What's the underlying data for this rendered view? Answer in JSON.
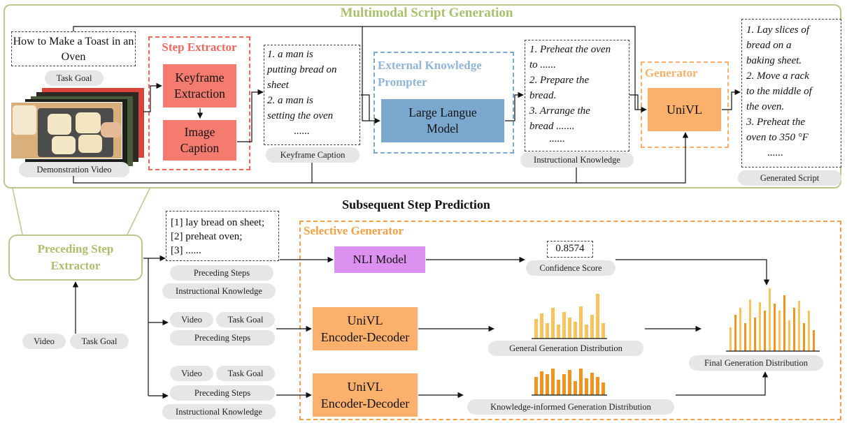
{
  "msg_title": "Multimodal Script Generation",
  "task_goal_box": "How to Make a Toast in an Oven",
  "task_goal_pill": "Task Goal",
  "demo_video_pill": "Demonstration Video",
  "step_extractor": {
    "title": "Step Extractor",
    "keyframe": "Keyframe Extraction",
    "caption": "Image Caption"
  },
  "keyframe_caption": {
    "lines": [
      "1. a man is",
      "putting bread on",
      "sheet",
      "2. a man is",
      "setting the oven",
      "......"
    ],
    "pill": "Keyframe Caption"
  },
  "ekp": {
    "title_line1": "External Knowledge",
    "title_line2": "Prompter",
    "llm": "Large Langue Model"
  },
  "instructional": {
    "lines": [
      "1. Preheat the oven",
      "to ......",
      "2. Prepare the",
      "bread.",
      "3. Arrange the",
      "bread .......",
      "......"
    ],
    "pill": "Instructional Knowledge"
  },
  "generator": {
    "title": "Generator",
    "model": "UniVL"
  },
  "generated_script": {
    "lines": [
      "1. Lay slices of",
      "bread on a",
      "baking sheet.",
      "2. Move a rack",
      "to the middle of",
      "the oven.",
      "3. Preheat the",
      "oven to 350 °F",
      "......"
    ],
    "pill": "Generated Script"
  },
  "ssp_title": "Subsequent Step Prediction",
  "preceding_extractor": "Preceding Step Extractor",
  "video_pill": "Video",
  "task_goal_pill2": "Task Goal",
  "preceding_box": {
    "lines": [
      "[1] lay bread on sheet;",
      "[2] preheat oven;",
      "[3] ......"
    ]
  },
  "preceding_steps_pill": "Preceding Steps",
  "instructional_pill": "Instructional Knowledge",
  "selective_generator": "Selective Generator",
  "nli_model": "NLI Model",
  "confidence_value": "0.8574",
  "confidence_pill": "Confidence Score",
  "row2": {
    "video": "Video",
    "task_goal": "Task Goal",
    "preceding": "Preceding Steps"
  },
  "row3": {
    "video": "Video",
    "task_goal": "Task Goal",
    "preceding": "Preceding Steps",
    "knowledge": "Instructional Knowledge"
  },
  "encdec1": {
    "line1": "UniVL",
    "line2": "Encoder-Decoder"
  },
  "encdec2": {
    "line1": "UniVL",
    "line2": "Encoder-Decoder"
  },
  "general_dist": "General Generation Distribution",
  "knowledge_dist": "Knowledge-informed Generation Distribution",
  "final_dist": "Final Generation Distribution",
  "colors": {
    "olive": "#a9bf6a",
    "red": "#f47b6e",
    "blue": "#7ba8cf",
    "orange": "#fbb06c",
    "purple": "#d98cf0",
    "bar_light": "#f9c45c",
    "bar_dark": "#f39320"
  }
}
